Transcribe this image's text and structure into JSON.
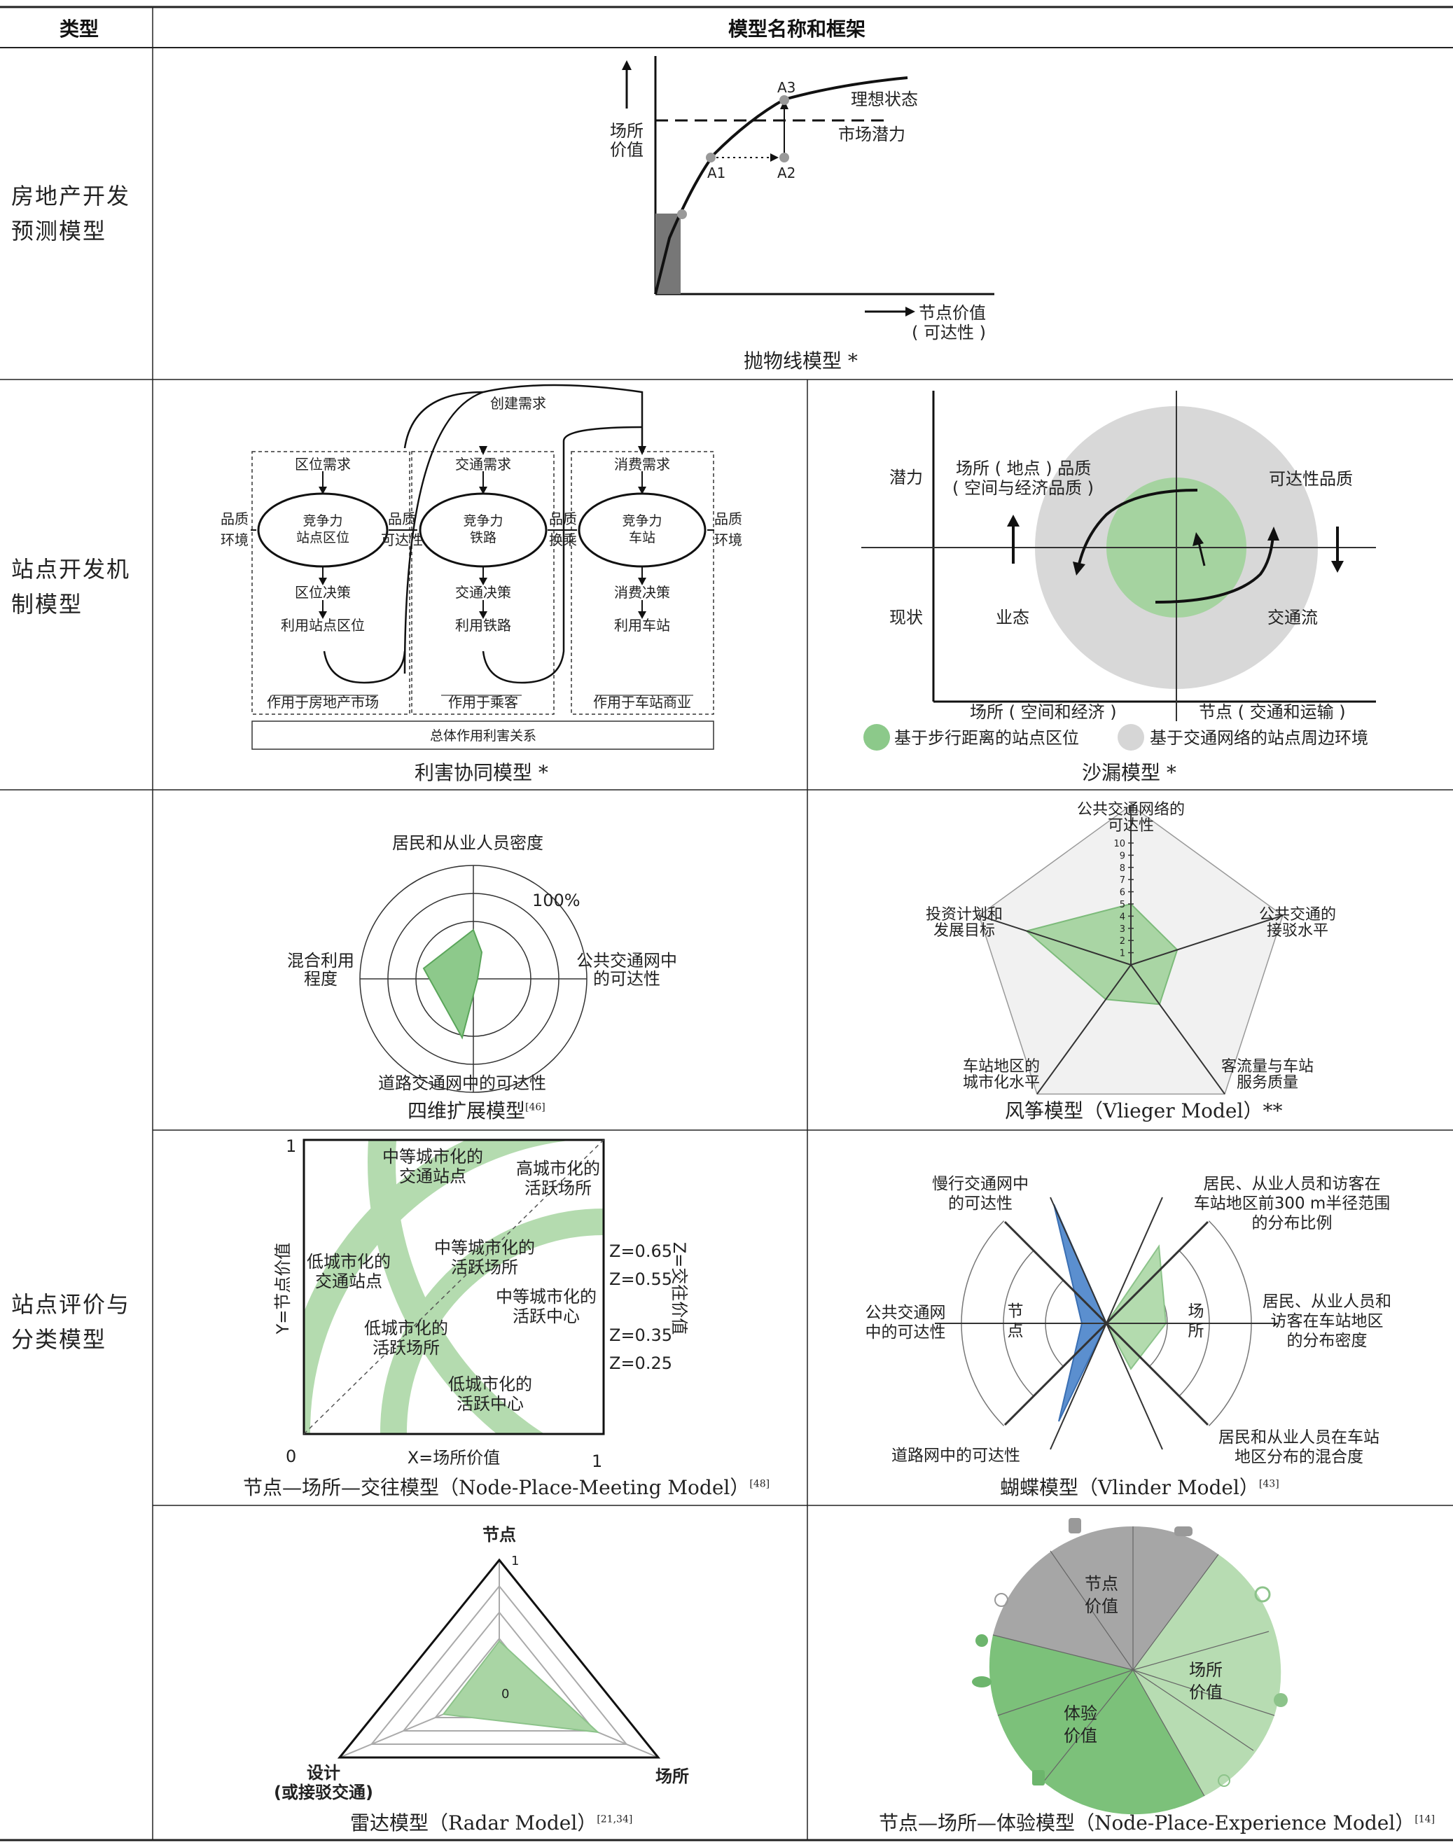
{
  "header": {
    "col_type": "类型",
    "col_model": "模型名称和框架"
  },
  "rows": [
    {
      "type": "房地产开发预测模型"
    },
    {
      "type": "站点开发机制模型"
    },
    {
      "type": "站点评价与分类模型"
    }
  ],
  "parabola": {
    "caption": "抛物线模型 *",
    "y_axis": [
      "场所",
      "价值"
    ],
    "x_axis": [
      "节点价值",
      "( 可达性 )"
    ],
    "labels": {
      "ideal": "理想状态",
      "market": "市场潜力",
      "a1": "A1",
      "a2": "A2",
      "a3": "A3"
    }
  },
  "synergy": {
    "caption": "利害协同模型 *",
    "top": "创建需求",
    "columns": [
      {
        "demand": "区位需求",
        "core": [
          "竞争力",
          "站点区位"
        ],
        "decision": "区位决策",
        "use": "利用站点区位",
        "effect": "作用于房地产市场"
      },
      {
        "demand": "交通需求",
        "core": [
          "竞争力",
          "铁路"
        ],
        "decision": "交通决策",
        "use": "利用铁路",
        "effect": "作用于乘客"
      },
      {
        "demand": "消费需求",
        "core": [
          "竞争力",
          "车站"
        ],
        "decision": "消费决策",
        "use": "利用车站",
        "effect": "作用于车站商业"
      }
    ],
    "side": {
      "left": [
        "品质",
        "环境"
      ],
      "mid1": [
        "品质",
        "可达性"
      ],
      "mid2": [
        "品质",
        "换乘"
      ],
      "right": [
        "品质",
        "环境"
      ]
    },
    "bottom": "总体作用利害关系"
  },
  "hourglass": {
    "caption": "沙漏模型 *",
    "potential": "潜力",
    "current": "现状",
    "place_quality": [
      "场所 ( 地点 ) 品质",
      "( 空间与经济品质 )"
    ],
    "access_quality": "可达性品质",
    "business": "业态",
    "flow": "交通流",
    "x_left": "场所 ( 空间和经济 )",
    "x_right": "节点 ( 交通和运输 )",
    "legend_green": "基于步行距离的站点区位",
    "legend_gray": "基于交通网络的站点周边环境"
  },
  "four_dim": {
    "caption": "四维扩展模型",
    "ref": "[46]",
    "top": "居民和从业人员密度",
    "pct": "100%",
    "left": [
      "混合利用",
      "程度"
    ],
    "right": [
      "公共交通网中",
      "的可达性"
    ],
    "bottom": "道路交通网中的可达性"
  },
  "kite": {
    "caption": "风筝模型（Vlieger Model）**",
    "top": [
      "公共交通网络的",
      "可达性"
    ],
    "right": [
      "公共交通的",
      "接驳水平"
    ],
    "br": [
      "客流量与车站",
      "服务质量"
    ],
    "bl": [
      "车站地区的",
      "城市化水平"
    ],
    "left": [
      "投资计划和",
      "发展目标"
    ],
    "ticks": [
      "1",
      "2",
      "3",
      "4",
      "5",
      "6",
      "7",
      "8",
      "9",
      "10"
    ],
    "values": [
      5,
      4,
      4,
      3.5,
      9
    ]
  },
  "npm": {
    "caption": "节点—场所—交往模型（Node-Place-Meeting Model）",
    "ref": "[48]",
    "y_label": "Y=节点价值",
    "x_label": "X=场所价值",
    "z_label": "Z=交往价值",
    "one_y": "1",
    "zero": "0",
    "one_x": "1",
    "z_levels": [
      "Z=0.65",
      "Z=0.55",
      "Z=0.35",
      "Z=0.25"
    ],
    "regions": [
      [
        "中等城市化的",
        "交通站点"
      ],
      [
        "高城市化的",
        "活跃场所"
      ],
      [
        "低城市化的",
        "交通站点"
      ],
      [
        "中等城市化的",
        "活跃场所"
      ],
      [
        "中等城市化的",
        "活跃中心"
      ],
      [
        "低城市化的",
        "活跃场所"
      ],
      [
        "低城市化的",
        "活跃中心"
      ]
    ]
  },
  "butterfly": {
    "caption": "蝴蝶模型（Vlinder Model）",
    "ref": "[43]",
    "tl": [
      "慢行交通网中",
      "的可达性"
    ],
    "l": [
      "公共交通网",
      "中的可达性"
    ],
    "bl": "道路网中的可达性",
    "tr": [
      "居民、从业人员和访客在",
      "车站地区前300 m半径范围",
      "的分布比例"
    ],
    "r": [
      "居民、从业人员和",
      "访客在车站地区",
      "的分布密度"
    ],
    "br": [
      "居民和从业人员在车站",
      "地区分布的混合度"
    ],
    "node": [
      "节",
      "点"
    ],
    "place": [
      "场",
      "所"
    ]
  },
  "radar": {
    "caption": "雷达模型（Radar Model）",
    "ref": "[21,34]",
    "top": "节点",
    "right": "场所",
    "left": [
      "设计",
      "(或接驳交通)"
    ],
    "one": "1",
    "zero": "0"
  },
  "npe": {
    "caption": "节点—场所—体验模型（Node-Place-Experience Model）",
    "ref": "[14]",
    "node": [
      "节点",
      "价值"
    ],
    "place": [
      "场所",
      "价值"
    ],
    "exp": [
      "体验",
      "价值"
    ]
  },
  "colors": {
    "green": "#8fc98f",
    "green_dark": "#6cb56c",
    "gray": "#d6d6d6",
    "blue": "#5b8fcf"
  }
}
